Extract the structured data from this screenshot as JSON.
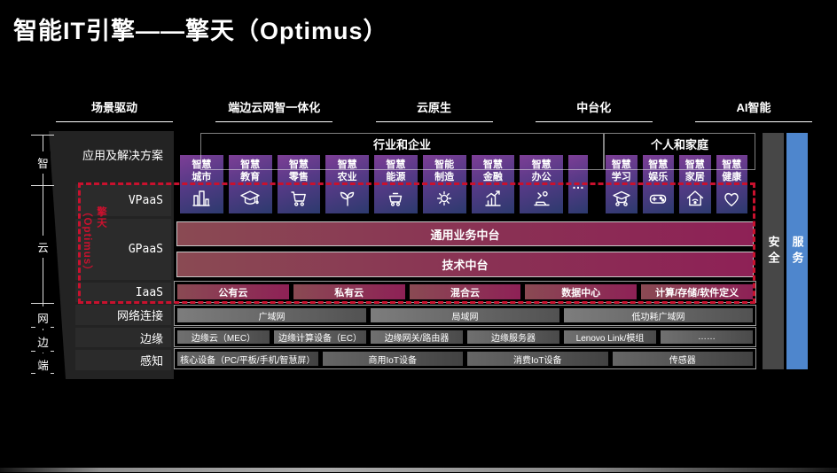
{
  "title": "智能IT引擎——擎天（Optimus）",
  "pillars": [
    "场景驱动",
    "端边云网智一体化",
    "云原生",
    "中台化",
    "AI智能"
  ],
  "axis_labels": [
    "智",
    "云",
    "网",
    "边",
    "端"
  ],
  "left_rows": [
    "应用及解决方案",
    "VPaaS",
    "GPaaS",
    "IaaS",
    "网络连接",
    "边缘",
    "感知"
  ],
  "optimus_box_label": "擎天（Optimus）",
  "tile_groups": [
    {
      "label": "行业和企业",
      "tiles": [
        {
          "label": "智慧\n城市",
          "icon": "city-icon"
        },
        {
          "label": "智慧\n教育",
          "icon": "education-cap-icon"
        },
        {
          "label": "智慧\n零售",
          "icon": "retail-cart-icon"
        },
        {
          "label": "智慧\n农业",
          "icon": "agriculture-sprout-icon"
        },
        {
          "label": "智慧\n能源",
          "icon": "energy-cart-icon"
        },
        {
          "label": "智能\n制造",
          "icon": "manufacturing-gear-icon"
        },
        {
          "label": "智慧\n金融",
          "icon": "finance-chart-icon"
        },
        {
          "label": "智慧\n办公",
          "icon": "office-person-icon"
        },
        {
          "label": "…",
          "icon": "ellipsis-icon",
          "narrow": true
        }
      ]
    },
    {
      "label": "个人和家庭",
      "tiles": [
        {
          "label": "智慧\n学习",
          "icon": "learning-cap-icon"
        },
        {
          "label": "智慧\n娱乐",
          "icon": "gamepad-icon"
        },
        {
          "label": "智慧\n家居",
          "icon": "smart-home-icon"
        },
        {
          "label": "智慧\n健康",
          "icon": "health-heart-icon"
        }
      ]
    }
  ],
  "platform_bars": [
    "通用业务中台",
    "技术中台"
  ],
  "iaas_items": [
    "公有云",
    "私有云",
    "混合云",
    "数据中心",
    "计算/存储/软件定义"
  ],
  "network_items": [
    "广域网",
    "局域网",
    "低功耗广域网"
  ],
  "edge_items": [
    "边缘云（MEC）",
    "边缘计算设备（EC）",
    "边缘网关/路由器",
    "边缘服务器",
    "Lenovo Link/模组",
    "……"
  ],
  "device_items": [
    "核心设备（PC/平板/手机/智慧屏）",
    "商用IoT设备",
    "消费IoT设备",
    "传感器"
  ],
  "right_bars": [
    {
      "label": "安全",
      "color": "#474747"
    },
    {
      "label": "服务",
      "color": "#4e86cd"
    }
  ],
  "colors": {
    "accent_red": "#c9112e",
    "tile_purple_top": "#7d3e96",
    "tile_blue_bottom": "#2c3a6e",
    "maroon_left": "#8a4a53",
    "maroon_right": "#8e2156",
    "service_blue": "#4e86cd"
  }
}
